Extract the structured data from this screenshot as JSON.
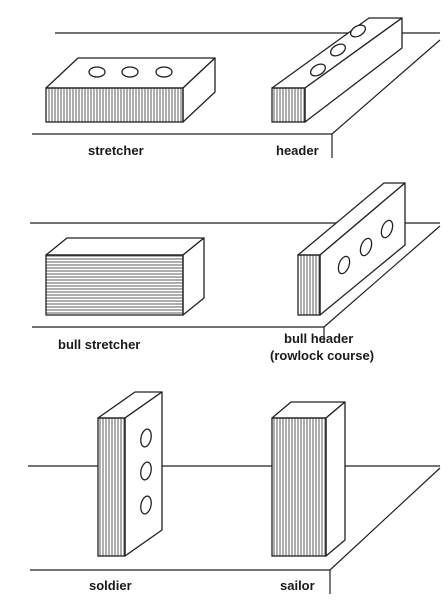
{
  "diagram": {
    "panels": [
      {
        "id": "row1",
        "labels": [
          {
            "key": "stretcher",
            "text": "stretcher"
          },
          {
            "key": "header",
            "text": "header"
          }
        ]
      },
      {
        "id": "row2",
        "labels": [
          {
            "key": "bull-stretcher",
            "text": "bull stretcher"
          },
          {
            "key": "bull-header",
            "text": "bull header"
          },
          {
            "key": "rowlock",
            "text": "(rowlock course)"
          }
        ]
      },
      {
        "id": "row3",
        "labels": [
          {
            "key": "soldier",
            "text": "soldier"
          },
          {
            "key": "sailor",
            "text": "sailor"
          }
        ]
      }
    ]
  },
  "colors": {
    "line": "#222222",
    "background": "#ffffff"
  }
}
